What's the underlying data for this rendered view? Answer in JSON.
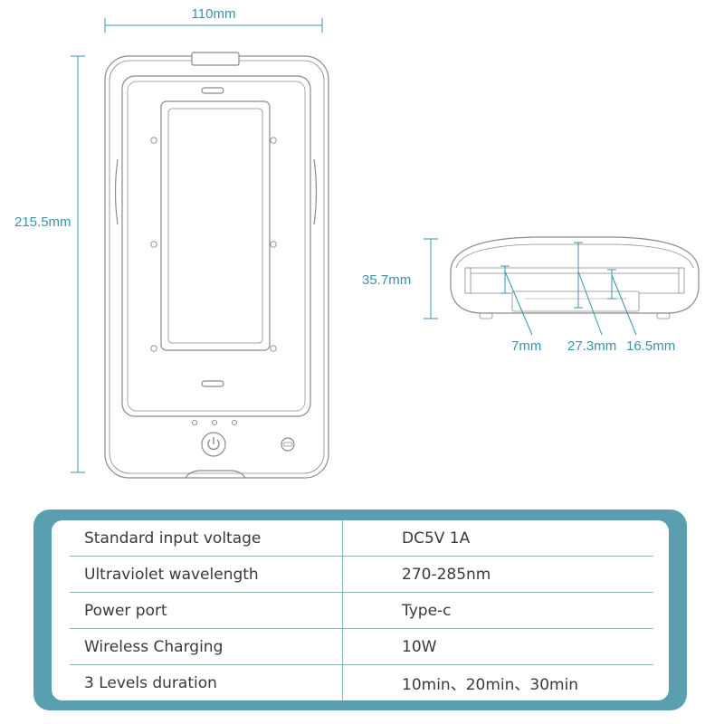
{
  "front_view": {
    "width_label": "110mm",
    "height_label": "215.5mm"
  },
  "side_view": {
    "height_label": "35.7mm",
    "dim_a_label": "7mm",
    "dim_b_label": "27.3mm",
    "dim_c_label": "16.5mm"
  },
  "specs": {
    "rows": [
      {
        "label": "Standard input voltage",
        "value": "DC5V 1A"
      },
      {
        "label": "Ultraviolet wavelength",
        "value": "270-285nm"
      },
      {
        "label": "Power port",
        "value": "Type-c"
      },
      {
        "label": "Wireless Charging",
        "value": "10W"
      },
      {
        "label": "3 Levels duration",
        "value": "10min、20min、30min"
      }
    ]
  },
  "colors": {
    "dimension": "#3a93a8",
    "outline": "#8a8a8a",
    "card_border": "#5a9fb0"
  }
}
